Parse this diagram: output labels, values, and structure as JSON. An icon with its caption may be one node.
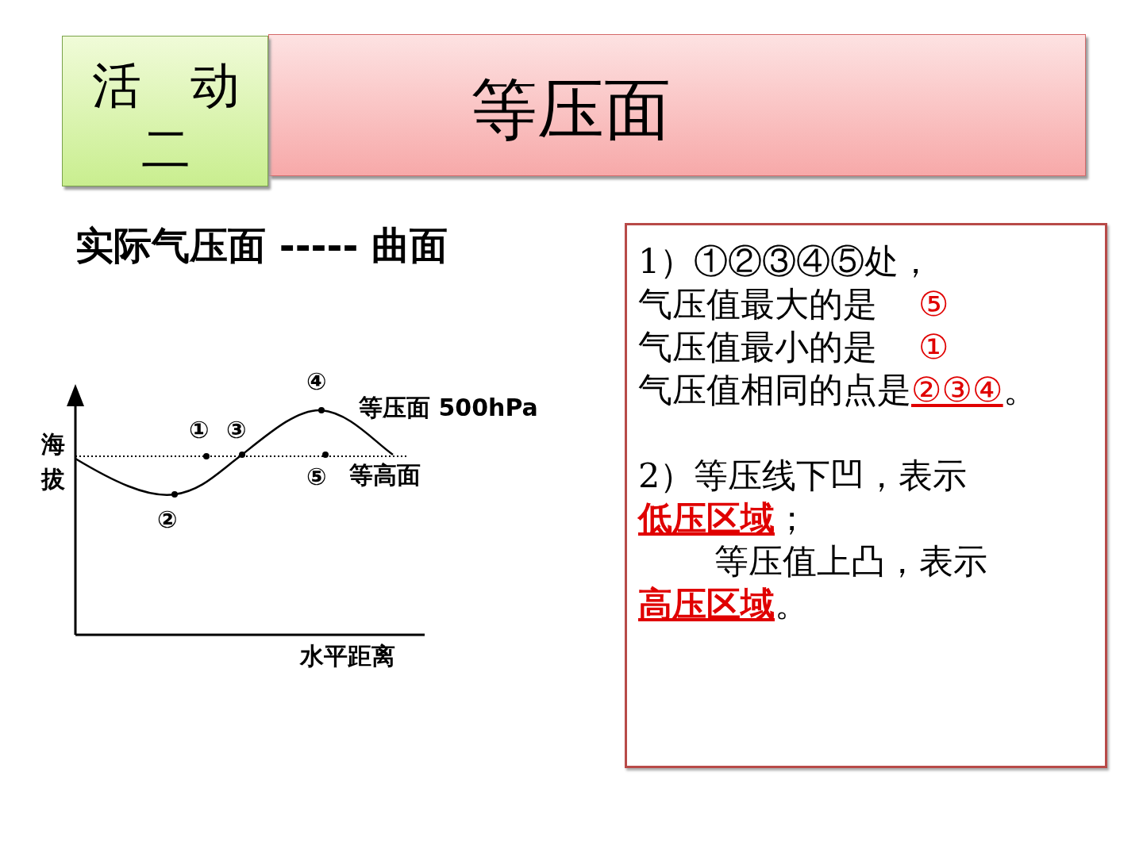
{
  "diagram": {
    "nodes": [
      {
        "text": [
          "活　动二"
        ]
      },
      {
        "text": [
          "等压面"
        ]
      },
      {
        "text": [
          "1）①②③④⑤处，",
          "气压值最大的是",
          "⑤",
          "气压值最小的是",
          "①",
          "气压值相同的点是",
          "②③④",
          "。",
          "2）等压线下凹，表示",
          "低压区域",
          "；",
          "等压值上凸，表示",
          "高压区域",
          "。"
        ]
      }
    ],
    "labels": [
      "实际气压面 ----- 曲面",
      "④",
      "等压面 500hPa",
      "①",
      "③",
      "海拔",
      "等高面",
      "⑤",
      "②",
      "水平距离"
    ]
  }
}
